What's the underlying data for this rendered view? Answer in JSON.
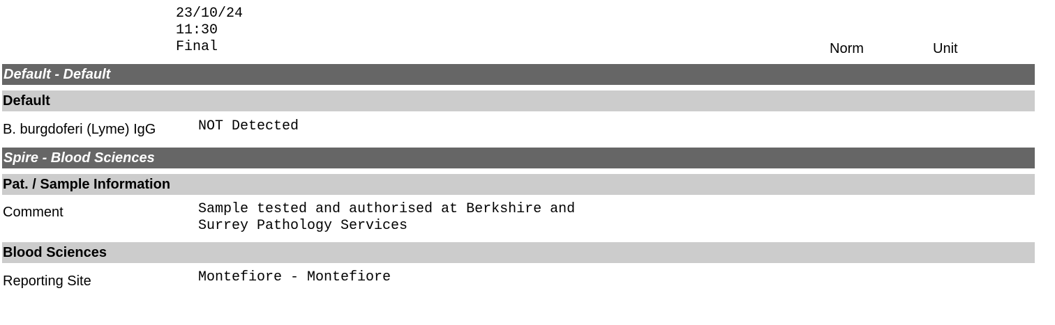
{
  "header": {
    "date": "23/10/24",
    "time": "11:30",
    "status": "Final",
    "norm_label": "Norm",
    "unit_label": "Unit"
  },
  "sections": [
    {
      "title": "Default - Default",
      "groups": [
        {
          "title": "Default",
          "rows": [
            {
              "label": "B. burgdoferi (Lyme) IgG",
              "value_lines": [
                "NOT Detected"
              ]
            }
          ]
        }
      ]
    },
    {
      "title": "Spire - Blood Sciences",
      "groups": [
        {
          "title": "Pat. / Sample Information",
          "rows": [
            {
              "label": "Comment",
              "value_lines": [
                "Sample tested and authorised at Berkshire and",
                "Surrey Pathology Services"
              ]
            }
          ]
        },
        {
          "title": "Blood Sciences",
          "rows": [
            {
              "label": "Reporting Site",
              "value_lines": [
                "Montefiore - Montefiore"
              ]
            }
          ]
        }
      ]
    }
  ]
}
